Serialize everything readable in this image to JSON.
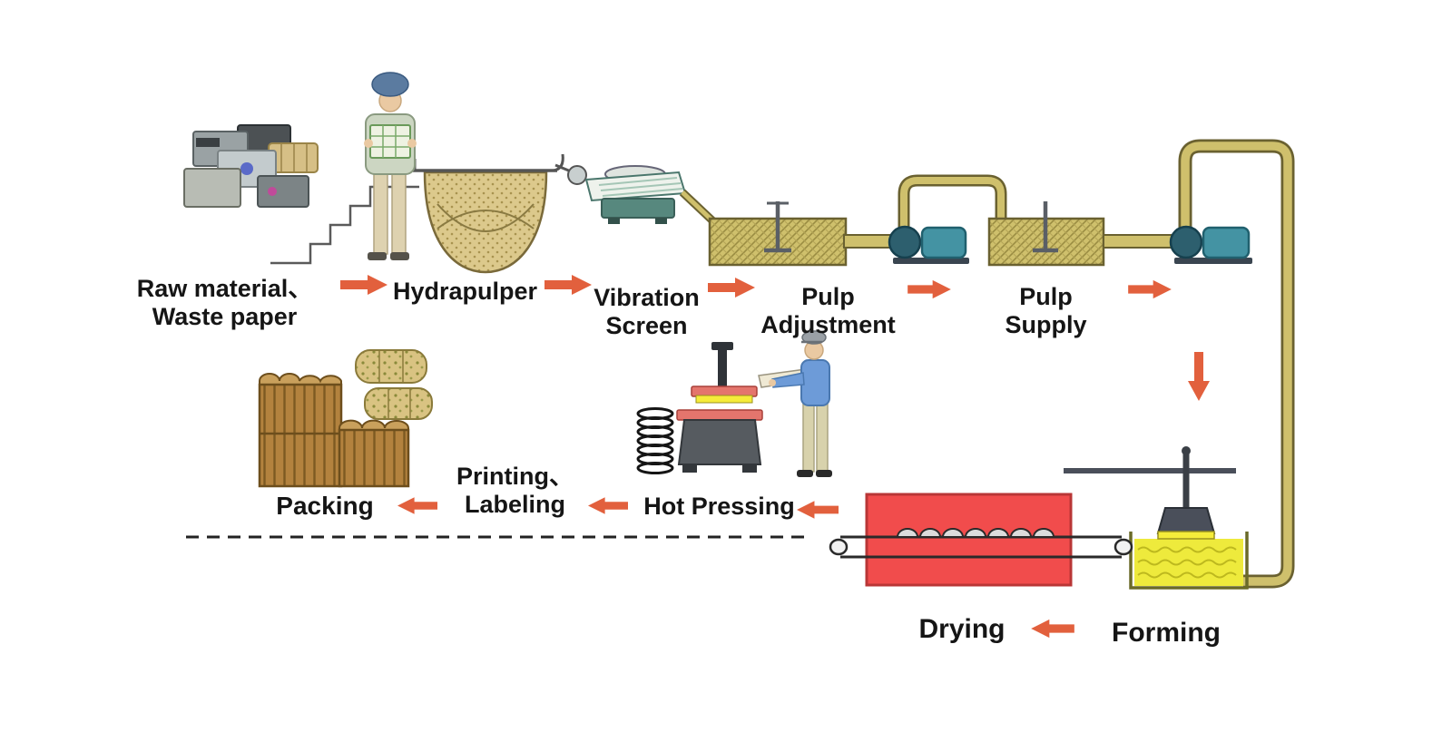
{
  "diagram": {
    "type": "process-flow",
    "arrow_color": "#e2603d",
    "colors": {
      "drying_machine": "#f14c4c",
      "forming_liquid": "#eeea3c",
      "tank_khaki": "#cfc06c",
      "pump_teal": "#4493a3"
    },
    "labels": {
      "raw_material_line1": "Raw material、",
      "raw_material_line2": "Waste paper",
      "hydrapulper": "Hydrapulper",
      "vibration_screen_line1": "Vibration",
      "vibration_screen_line2": "Screen",
      "pulp_adjustment_line1": "Pulp",
      "pulp_adjustment_line2": "Adjustment",
      "pulp_supply_line1": "Pulp",
      "pulp_supply_line2": "Supply",
      "forming": "Forming",
      "drying": "Drying",
      "hot_pressing": "Hot Pressing",
      "printing_labeling_line1": "Printing、",
      "printing_labeling_line2": "Labeling",
      "packing": "Packing"
    },
    "sequence": [
      "Raw material、Waste paper",
      "Hydrapulper",
      "Vibration Screen",
      "Pulp Adjustment",
      "Pulp Supply",
      "Forming",
      "Drying",
      "Hot Pressing",
      "Printing、Labeling",
      "Packing"
    ]
  }
}
